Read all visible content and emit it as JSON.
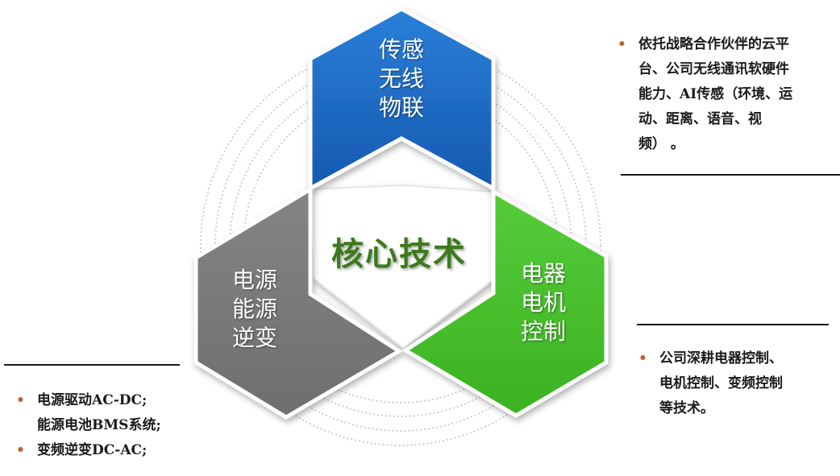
{
  "center": {
    "title": "核心技术"
  },
  "hexagons": {
    "top": {
      "lines": [
        "传感",
        "无线",
        "物联"
      ],
      "color": "#1f6cc6"
    },
    "left": {
      "lines": [
        "电源",
        "能源",
        "逆变"
      ],
      "color": "#7a7a7a"
    },
    "right": {
      "lines": [
        "电器",
        "电机",
        "控制"
      ],
      "color": "#44c02c"
    }
  },
  "notes": {
    "top_right": {
      "lines": [
        "依托战略合作伙伴的云平",
        "台、公司无线通讯软硬件",
        "能力、AI传感（环境、运",
        "动、距离、语音、视",
        "频） 。"
      ]
    },
    "bottom_right": {
      "lines": [
        "公司深耕电器控制、",
        "电机控制、变频控制",
        "等技术。"
      ]
    },
    "bottom_left": {
      "lines": [
        "电源驱动AC-DC;",
        "能源电池BMS系统;",
        "变频逆变DC-AC;"
      ]
    }
  },
  "colors": {
    "bullet": "#c0622b",
    "center_text": "#3d7a1c"
  }
}
